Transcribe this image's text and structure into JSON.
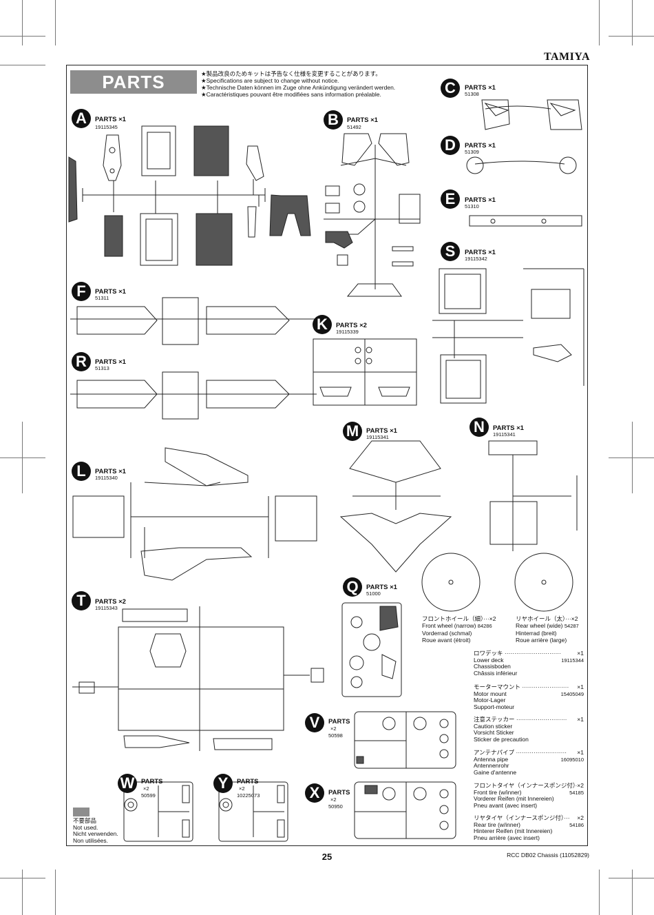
{
  "brand": "TAMIYA",
  "banner": "PARTS",
  "notice": [
    "★製品改良のためキットは予告なく仕様を変更することがあります。",
    "★Specifications are subject to change without notice.",
    "★Technische Daten können im Zuge ohne Ankündigung verändert werden.",
    "★Caractéristiques pouvant être modifiées sans information préalable."
  ],
  "parts": {
    "A": {
      "letter": "A",
      "label": "PARTS ×1",
      "code": "19115345"
    },
    "B": {
      "letter": "B",
      "label": "PARTS ×1",
      "code": "51492"
    },
    "C": {
      "letter": "C",
      "label": "PARTS ×1",
      "code": "51308"
    },
    "D": {
      "letter": "D",
      "label": "PARTS ×1",
      "code": "51309"
    },
    "E": {
      "letter": "E",
      "label": "PARTS ×1",
      "code": "51310"
    },
    "S": {
      "letter": "S",
      "label": "PARTS ×1",
      "code": "19115342"
    },
    "F": {
      "letter": "F",
      "label": "PARTS ×1",
      "code": "51311"
    },
    "R": {
      "letter": "R",
      "label": "PARTS ×1",
      "code": "51313"
    },
    "K": {
      "letter": "K",
      "label": "PARTS ×2",
      "code": "19115339"
    },
    "M": {
      "letter": "M",
      "label": "PARTS ×1",
      "code": "19115341"
    },
    "N": {
      "letter": "N",
      "label": "PARTS ×1",
      "code": "19115341"
    },
    "L": {
      "letter": "L",
      "label": "PARTS ×1",
      "code": "19115340"
    },
    "Q": {
      "letter": "Q",
      "label": "PARTS ×1",
      "code": "51000"
    },
    "T": {
      "letter": "T",
      "label": "PARTS ×2",
      "code": "19115343"
    },
    "V": {
      "letter": "V",
      "label": "PARTS",
      "qty": "×2",
      "code": "50598"
    },
    "W": {
      "letter": "W",
      "label": "PARTS",
      "qty": "×2",
      "code": "50599"
    },
    "Y": {
      "letter": "Y",
      "label": "PARTS",
      "qty": "×2",
      "code": "10225073"
    },
    "X": {
      "letter": "X",
      "label": "PARTS",
      "qty": "×2",
      "code": "50950"
    }
  },
  "wheels": {
    "front": {
      "jp": "フロントホイール（細）···×2",
      "en": "Front wheel (narrow)",
      "code": "84286",
      "de": "Vorderrad (schmal)",
      "fr": "Roue avant (étroit)"
    },
    "rear": {
      "jp": "リヤホイール（太）···×2",
      "en": "Rear wheel (wide)",
      "code": "54287",
      "de": "Hinterrad (breit)",
      "fr": "Roue arrière (large)"
    }
  },
  "accessories": [
    {
      "jp": "ロワデッキ ·····························",
      "qty": "×1",
      "code": "19115344",
      "en": "Lower deck",
      "de": "Chassisboden",
      "fr": "Châssis inférieur"
    },
    {
      "jp": "モーターマウント ························",
      "qty": "×1",
      "code": "15405049",
      "en": "Motor mount",
      "de": "Motor-Lager",
      "fr": "Support-moteur"
    },
    {
      "jp": "注意ステッカー ··························",
      "qty": "×1",
      "code": "",
      "en": "Caution sticker",
      "de": "Vorsicht Sticker",
      "fr": "Sticker de precaution"
    },
    {
      "jp": "アンテナパイプ ··························",
      "qty": "×1",
      "code": "16095010",
      "en": "Antenna pipe",
      "de": "Antennenrohr",
      "fr": "Gaine d'antenne"
    },
    {
      "jp": "フロントタイヤ（インナースポンジ付）",
      "qty": "·×2",
      "code": "54185",
      "en": "Front tire (w/inner)",
      "de": "Vorderer Reifen (mit Innereien)",
      "fr": "Pneu avant (avec insert)"
    },
    {
      "jp": "リヤタイヤ（インナースポンジ付）···",
      "qty": "×2",
      "code": "54186",
      "en": "Rear tire (w/inner)",
      "de": "Hinterer Reifen (mit Innereien)",
      "fr": "Pneu arrière (avec insert)"
    }
  ],
  "legend": [
    "不要部品",
    "Not used.",
    "Nicht verwenden.",
    "Non utilisées."
  ],
  "page_number": "25",
  "footer": "RCC DB02 Chassis (11052829)",
  "colors": {
    "banner": "#8d8d8d",
    "unused_part": "#555555",
    "ink": "#111111"
  }
}
